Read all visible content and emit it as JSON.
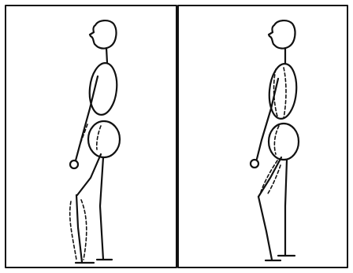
{
  "figure": {
    "panels": [
      {
        "id": "left",
        "highlight": "lower-legs"
      },
      {
        "id": "right",
        "highlight": "trunk-and-thigh"
      }
    ],
    "colors": {
      "line": "#111111",
      "background": "#ffffff"
    }
  }
}
